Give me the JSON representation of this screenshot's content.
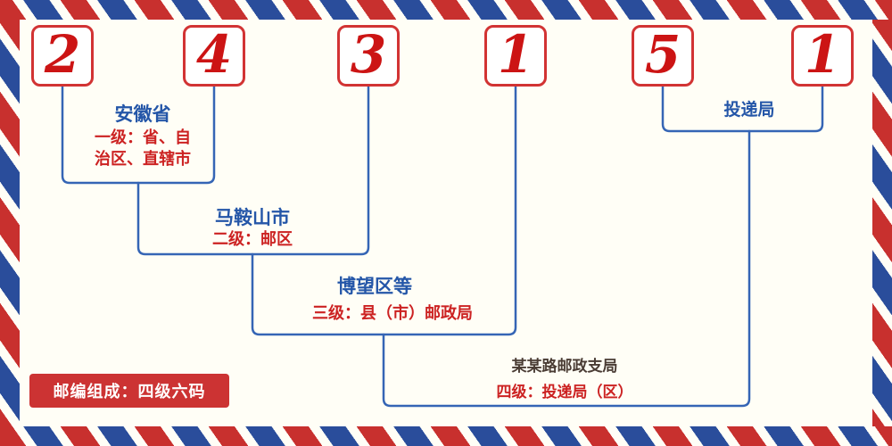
{
  "postal_code": "243151",
  "digits": [
    "2",
    "4",
    "3",
    "1",
    "5",
    "1"
  ],
  "labels": {
    "level1": {
      "title": "安徽省",
      "desc_line1": "一级：省、自",
      "desc_line2": "治区、直辖市"
    },
    "level2": {
      "title": "马鞍山市",
      "desc": "二级：邮区"
    },
    "level3": {
      "title": "博望区等",
      "desc": "三级：县（市）邮政局"
    },
    "level4": {
      "title": "投递局",
      "branch": "某某路邮政支局",
      "desc": "四级：投递局（区）"
    }
  },
  "footer": {
    "composition": "邮编组成：四级六码"
  },
  "colors": {
    "red": "#cc2222",
    "digit-red": "#cc1414",
    "blue-text": "#2456a8",
    "line-blue": "#3565b5",
    "stripe-red": "#c8302e",
    "stripe-blue": "#2a4d9b",
    "badge-red": "#cc3333",
    "bg": "#fffef6",
    "dark-text": "#4a3c34"
  }
}
